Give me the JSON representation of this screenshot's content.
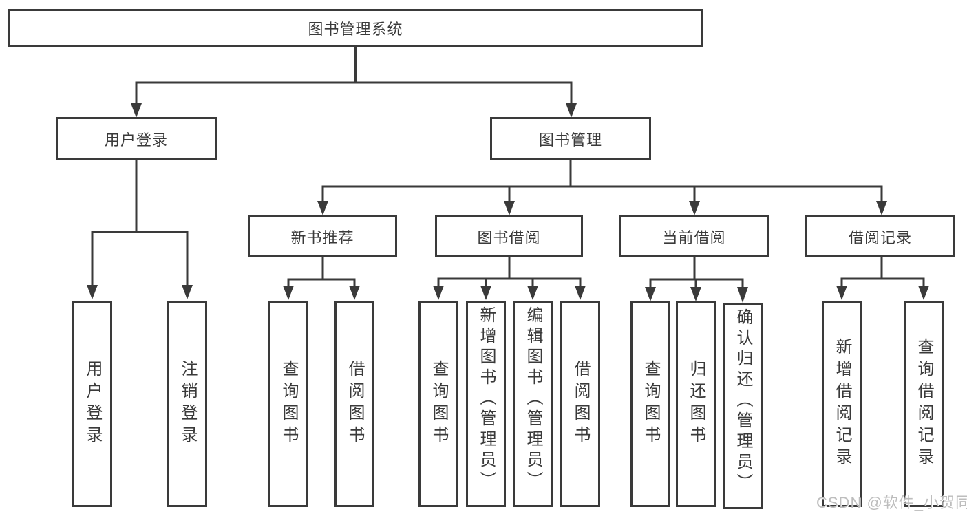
{
  "diagram": {
    "type": "hierarchy-tree",
    "colors": {
      "line": "#3a3a3a",
      "box_border": "#3a3a3a",
      "text": "#3a3a3a",
      "background": "#ffffff",
      "watermark": "#bdbdbd"
    },
    "nodes": {
      "root": "图书管理系统",
      "user_login": "用户登录",
      "book_mgmt": "图书管理",
      "new_book_rec": "新书推荐",
      "book_borrow": "图书借阅",
      "current_borrow": "当前借阅",
      "borrow_record": "借阅记录",
      "ul_login": "用户登录",
      "ul_logout": "注销登录",
      "nb_query": "查询图书",
      "nb_borrow": "借阅图书",
      "bb_query": "查询图书",
      "bb_add": "新增图书（管理员）",
      "bb_edit": "编辑图书（管理员）",
      "bb_borrow": "借阅图书",
      "cb_query": "查询图书",
      "cb_return": "归还图书",
      "cb_confirm": "确认归还（管理员）",
      "br_add": "新增借阅记录",
      "br_query": "查询借阅记录"
    },
    "hierarchy": {
      "图书管理系统": {
        "用户登录": [
          "用户登录",
          "注销登录"
        ],
        "图书管理": {
          "新书推荐": [
            "查询图书",
            "借阅图书"
          ],
          "图书借阅": [
            "查询图书",
            "新增图书（管理员）",
            "编辑图书（管理员）",
            "借阅图书"
          ],
          "当前借阅": [
            "查询图书",
            "归还图书",
            "确认归还（管理员）"
          ],
          "借阅记录": [
            "新增借阅记录",
            "查询借阅记录"
          ]
        }
      }
    },
    "watermark": "CSDN @软件_小贺同学"
  }
}
